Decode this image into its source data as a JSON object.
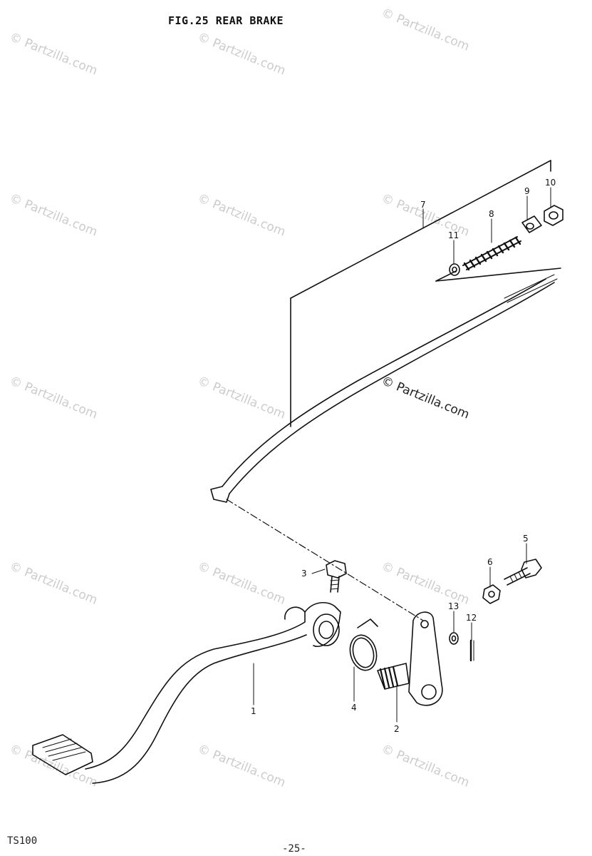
{
  "header": {
    "title": "FIG.25  REAR BRAKE"
  },
  "footer": {
    "model": "TS100",
    "page": "-25-"
  },
  "watermark": {
    "text": "© Partzilla.com"
  },
  "callouts": [
    {
      "id": "c1",
      "label": "1"
    },
    {
      "id": "c2",
      "label": "2"
    },
    {
      "id": "c3",
      "label": "3"
    },
    {
      "id": "c4",
      "label": "4"
    },
    {
      "id": "c5",
      "label": "5"
    },
    {
      "id": "c6",
      "label": "6"
    },
    {
      "id": "c7",
      "label": "7"
    },
    {
      "id": "c8",
      "label": "8"
    },
    {
      "id": "c9",
      "label": "9"
    },
    {
      "id": "c10",
      "label": "10"
    },
    {
      "id": "c11",
      "label": "11"
    },
    {
      "id": "c12",
      "label": "12"
    },
    {
      "id": "c13",
      "label": "13"
    }
  ],
  "colors": {
    "ink": "#111111",
    "watermark": "#cccccc"
  }
}
